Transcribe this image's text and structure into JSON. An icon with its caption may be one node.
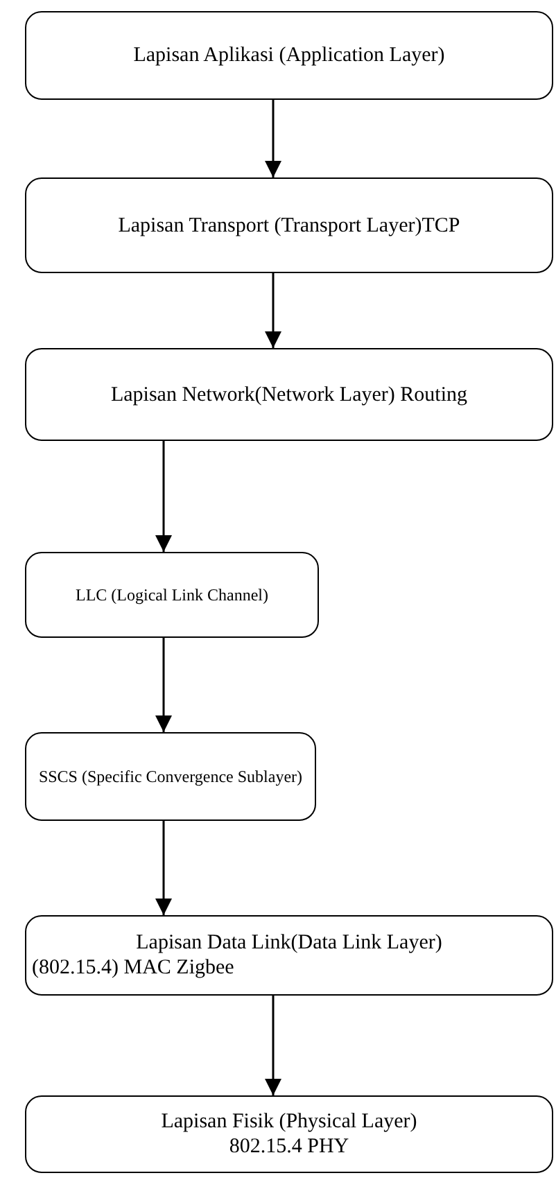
{
  "diagram": {
    "nodes": [
      {
        "text": [
          "Lapisan Aplikasi (Application Layer)"
        ]
      },
      {
        "text": [
          "Lapisan Transport (Transport Layer)TCP"
        ]
      },
      {
        "text": [
          "Lapisan Network(Network Layer) Routing"
        ]
      },
      {
        "text": [
          "LLC (Logical Link Channel)"
        ]
      },
      {
        "text": [
          "SSCS (Specific Convergence Sublayer)"
        ]
      },
      {
        "text": [
          "Lapisan Data Link(Data Link Layer)",
          "(802.15.4) MAC Zigbee"
        ]
      },
      {
        "text": [
          "Lapisan Fisik (Physical Layer)",
          "802.15.4 PHY"
        ]
      }
    ],
    "edges": [
      {
        "from": 0,
        "to": 1,
        "arrow": "to"
      },
      {
        "from": 1,
        "to": 2,
        "arrow": "to"
      },
      {
        "from": 2,
        "to": 3,
        "arrow": "to"
      },
      {
        "from": 3,
        "to": 4,
        "arrow": "to"
      },
      {
        "from": 4,
        "to": 5,
        "arrow": "to"
      },
      {
        "from": 5,
        "to": 6,
        "arrow": "to"
      }
    ]
  }
}
